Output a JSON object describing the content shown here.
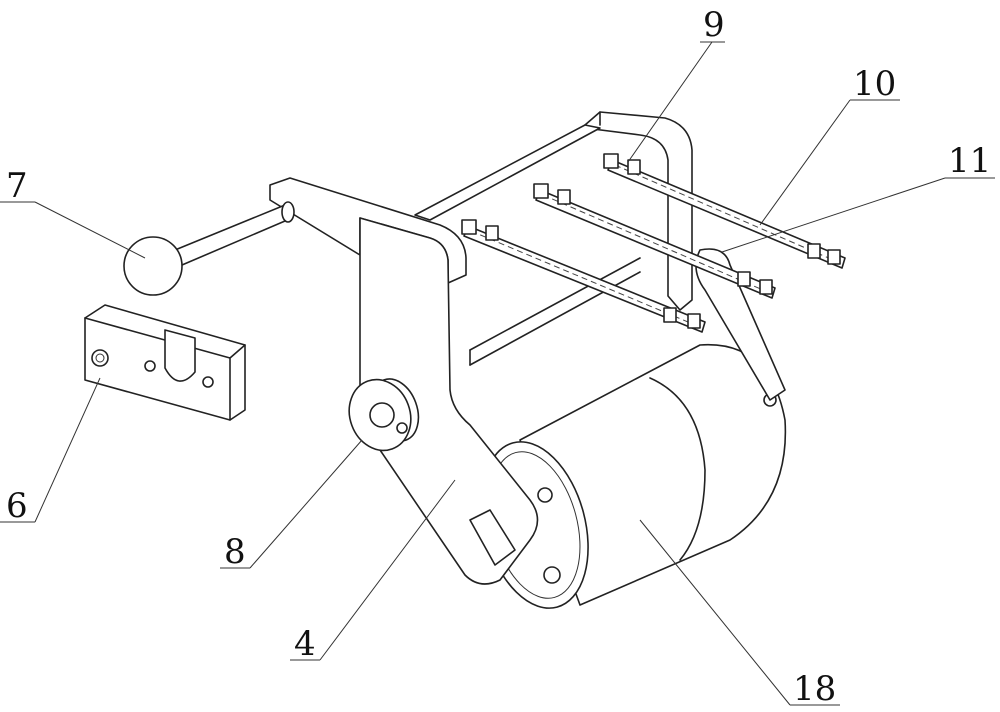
{
  "figure": {
    "labels": {
      "l9": "9",
      "l10": "10",
      "l11": "11",
      "l7": "7",
      "l6": "6",
      "l8": "8",
      "l4": "4",
      "l18": "18"
    }
  }
}
